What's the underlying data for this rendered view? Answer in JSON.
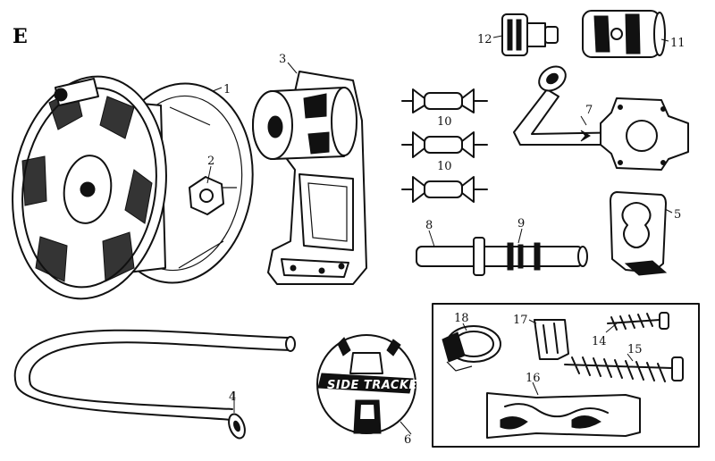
{
  "section_letter": "E",
  "logo_text": "SIDE TRACKER",
  "parts": [
    {
      "id": "hose_reel",
      "number": "1"
    },
    {
      "id": "crank_nut",
      "number": "2"
    },
    {
      "id": "reel_bracket",
      "number": "3"
    },
    {
      "id": "leader_hose",
      "number": "4"
    },
    {
      "id": "hose_clip",
      "number": "5"
    },
    {
      "id": "side_tracker_cap",
      "number": "6"
    },
    {
      "id": "water_inlet_pipe",
      "number": "7"
    },
    {
      "id": "axle_shaft",
      "number": "8"
    },
    {
      "id": "o_ring",
      "number": "9"
    },
    {
      "id": "guide_roller_top",
      "number": "10"
    },
    {
      "id": "guide_roller_mid",
      "number": "10"
    },
    {
      "id": "hose_connector_female",
      "number": "11"
    },
    {
      "id": "hose_connector_male",
      "number": "12"
    },
    {
      "id": "screw_small",
      "number": "14"
    },
    {
      "id": "screw_large",
      "number": "15"
    },
    {
      "id": "grease_tube",
      "number": "16"
    },
    {
      "id": "hose_clamp",
      "number": "17"
    },
    {
      "id": "spring_clip",
      "number": "18"
    }
  ]
}
